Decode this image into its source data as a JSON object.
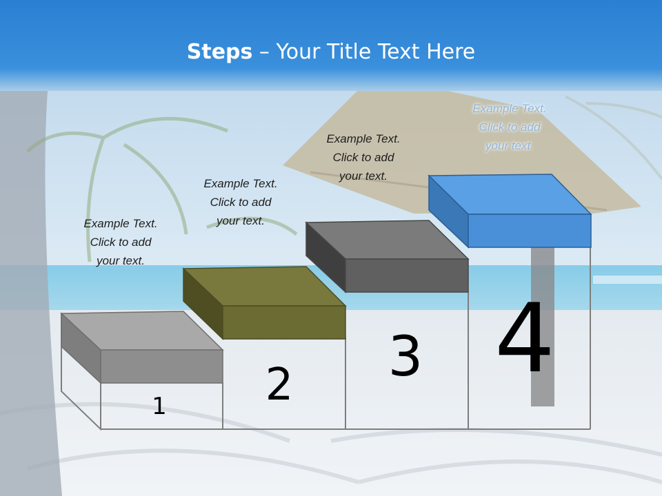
{
  "slide": {
    "title_bold": "Steps",
    "title_rest": " – Your Title Text Here"
  },
  "steps": [
    {
      "number": "1",
      "line1": "Example Text.",
      "line2": "Click  to add",
      "line3": "your text.",
      "color": "#8e8e8e"
    },
    {
      "number": "2",
      "line1": "Example Text.",
      "line2": "Click  to add",
      "line3": "your text.",
      "color": "#6b6b34"
    },
    {
      "number": "3",
      "line1": "Example Text.",
      "line2": "Click  to add",
      "line3": "your text.",
      "color": "#606060"
    },
    {
      "number": "4",
      "line1": "Example Text.",
      "line2": "Click  to add",
      "line3": "your text.",
      "color": "#4a90d9"
    }
  ],
  "colors": {
    "header_blue": "#2f86d6",
    "highlight_blue": "#4a90d9"
  }
}
